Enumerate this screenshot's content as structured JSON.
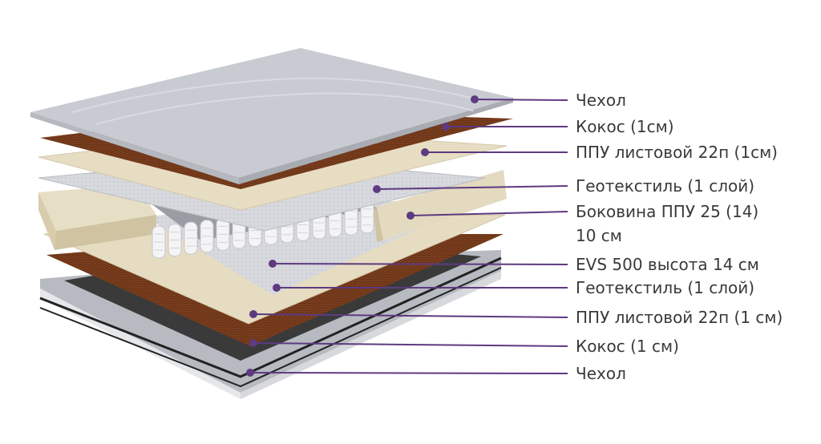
{
  "colors": {
    "accent": "#5e3a80",
    "cover": "#c9ccd3",
    "coconut": "#6b3418",
    "foam": "#e4d9bd",
    "geotextile": "#d3d5da",
    "springs": "#f4f4f6",
    "text": "#3a3a3a"
  },
  "labels": [
    {
      "text": "Чехол"
    },
    {
      "text": "Кокос (1см)"
    },
    {
      "text": "ППУ листовой 22п (1см)"
    },
    {
      "text": "Геотекстиль (1 слой)"
    },
    {
      "text": "Боковина ППУ 25 (14)"
    },
    {
      "text": "10 см"
    },
    {
      "text": "EVS 500 высота 14 см"
    },
    {
      "text": "Геотекстиль (1 слой)"
    },
    {
      "text": "ППУ листовой 22п (1 см)"
    },
    {
      "text": "Кокос  (1 см)"
    },
    {
      "text": "Чехол"
    }
  ]
}
